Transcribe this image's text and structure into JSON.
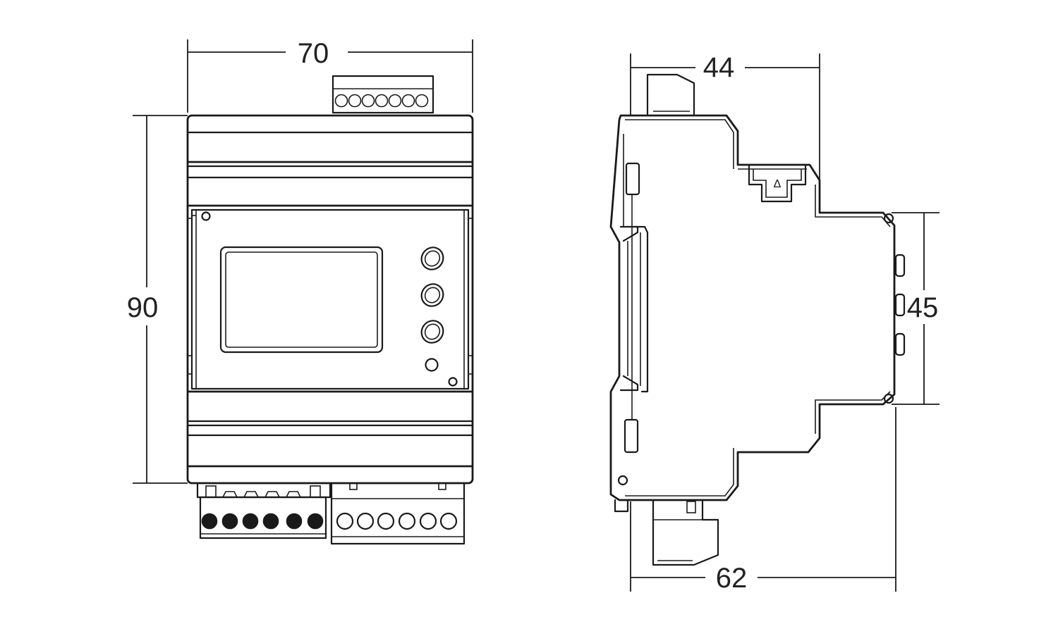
{
  "dimensions": {
    "front_width": "70",
    "front_height": "90",
    "side_depth_top": "44",
    "side_depth_bottom": "62",
    "side_rail_height": "45"
  },
  "side_marker_symbol": "Δ",
  "colors": {
    "line": "#1a1a1a",
    "text": "#222222",
    "background": "#ffffff"
  }
}
